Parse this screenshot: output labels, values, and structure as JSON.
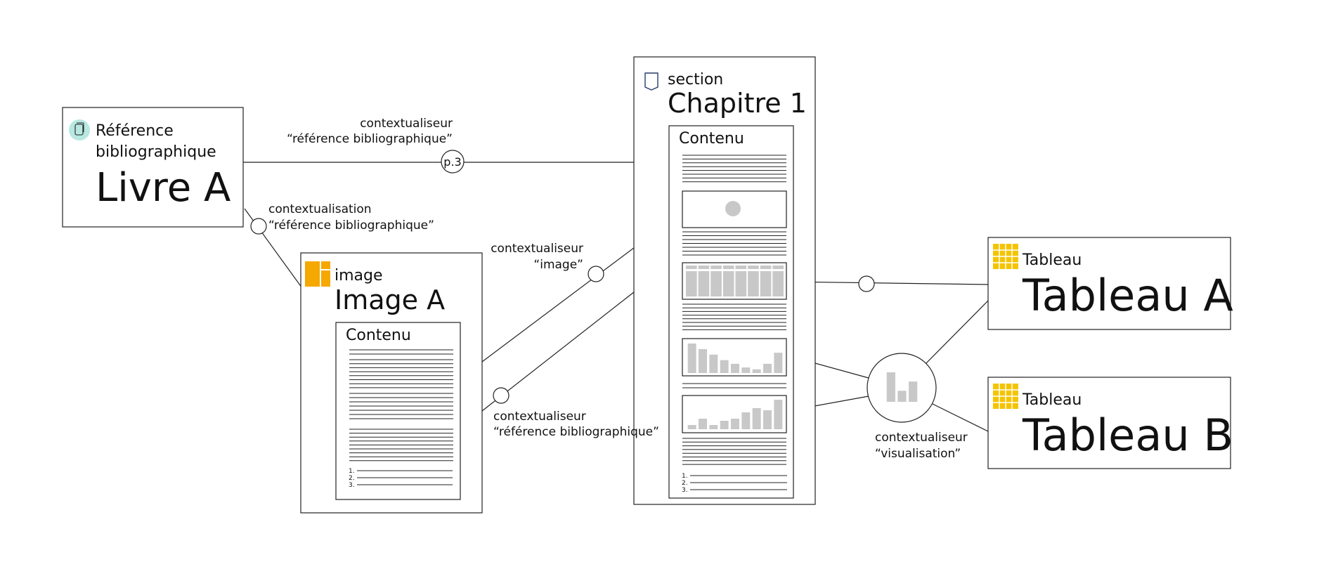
{
  "livre": {
    "type": "Référence",
    "type2": "bibliographique",
    "title": "Livre A",
    "icon": "document-icon",
    "icon_color": "#b8e8e2"
  },
  "image": {
    "type": "image",
    "title": "Image A",
    "content_label": "Contenu",
    "icon": "image-icon",
    "icon_color": "#f5a800",
    "list_numbers": [
      "1.",
      "2.",
      "3."
    ]
  },
  "section": {
    "type": "section",
    "title": "Chapitre 1",
    "content_label": "Contenu",
    "icon": "bookmark-icon",
    "list_numbers": [
      "1.",
      "2.",
      "3."
    ]
  },
  "tableau_a": {
    "type": "Tableau",
    "title": "Tableau A",
    "icon": "grid-icon",
    "icon_color": "#f5c400"
  },
  "tableau_b": {
    "type": "Tableau",
    "title": "Tableau B",
    "icon": "grid-icon",
    "icon_color": "#f5c400"
  },
  "edges": {
    "ref_contextualiseur_1": "contextualiseur",
    "ref_contextualiseur_2": "“référence bibliographique”",
    "page_node": "p.3",
    "ref_contextualisation_1": "contextualisation",
    "ref_contextualisation_2": "“référence bibliographique”",
    "image_contextualiseur_1": "contextualiseur",
    "image_contextualiseur_2": "“image”",
    "imgref_contextualiseur_1": "contextualiseur",
    "imgref_contextualiseur_2": "“référence bibliographique”",
    "visu_contextualiseur_1": "contextualiseur",
    "visu_contextualiseur_2": "“visualisation”"
  },
  "mini_charts": {
    "bar_chart_1": [
      8,
      6.5,
      5,
      3.5,
      2.5,
      1.5,
      1,
      2.5,
      5.5
    ],
    "bar_chart_2": [
      1,
      2.5,
      1,
      2,
      2.5,
      4,
      5,
      4.5,
      7
    ],
    "visualisation_icon": [
      8,
      3,
      5.5
    ]
  }
}
